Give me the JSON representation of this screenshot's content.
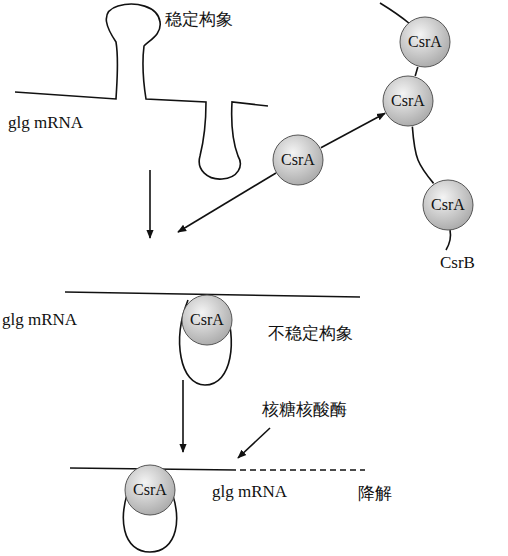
{
  "diagram": {
    "nodes": [
      {
        "text": [
          "CsrA"
        ]
      },
      {
        "text": [
          "CsrA"
        ]
      },
      {
        "text": [
          "CsrA"
        ]
      },
      {
        "text": [
          "CsrA"
        ]
      },
      {
        "text": [
          "CsrA"
        ]
      },
      {
        "text": [
          "CsrA"
        ]
      }
    ],
    "edges": [
      {
        "from": 0,
        "to": 1,
        "arrow": "none"
      },
      {
        "from": 1,
        "to": 3,
        "arrow": "none"
      },
      {
        "from": 2,
        "to": 1,
        "arrow": "to"
      }
    ],
    "labels": [
      "稳定构象",
      "glg mRNA",
      "CsrB",
      "glg mRNA",
      "不稳定构象",
      "核糖核酸酶",
      "glg mRNA",
      "降解"
    ]
  }
}
